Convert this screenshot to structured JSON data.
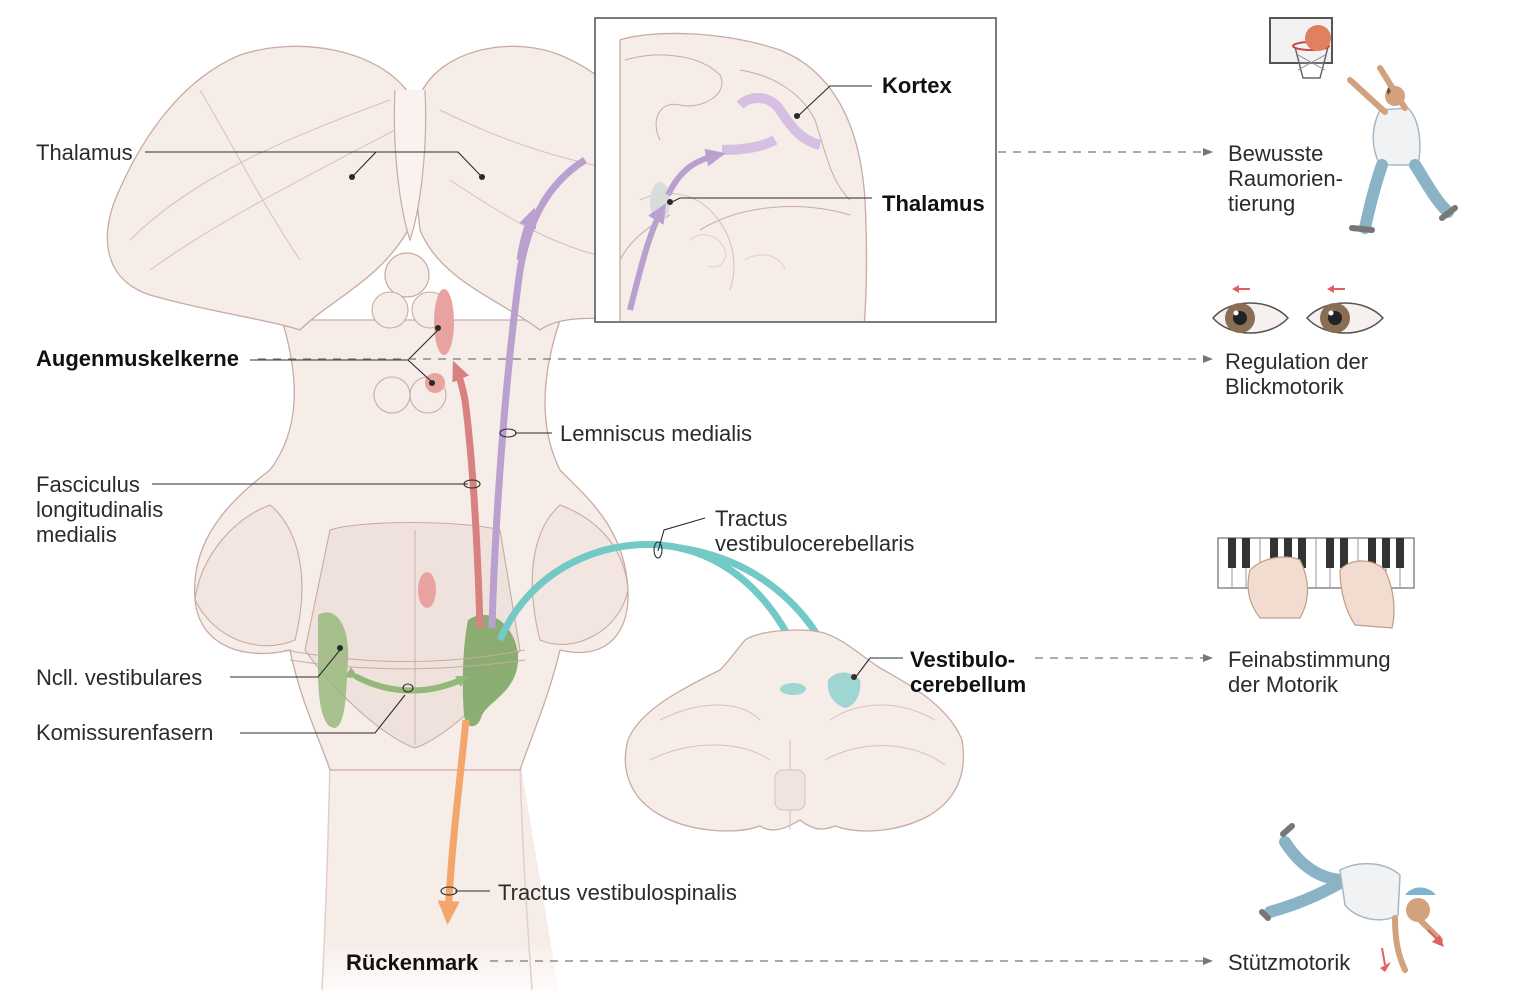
{
  "labels": {
    "thalamus_left": "Thalamus",
    "augenmuskelkerne": "Augenmuskelkerne",
    "fasciculus": [
      "Fasciculus",
      "longitudinalis",
      "medialis"
    ],
    "ncll_vestibulares": "Ncll. vestibulares",
    "komissurenfasern": "Komissurenfasern",
    "lemniscus_medialis": "Lemniscus medialis",
    "tractus_vestibulocerebellaris": [
      "Tractus",
      "vestibulocerebellaris"
    ],
    "tractus_vestibulospinalis": "Tractus vestibulospinalis",
    "rueckenmark": "Rückenmark",
    "kortex": "Kortex",
    "thalamus_inset": "Thalamus",
    "vestibulocerebellum": [
      "Vestibulo-",
      "cerebellum"
    ]
  },
  "outcomes": {
    "raumorientierung": [
      "Bewusste",
      "Raumorien-",
      "tierung"
    ],
    "blickmotorik": [
      "Regulation der",
      "Blickmotorik"
    ],
    "feinabstimmung": [
      "Feinabstimmung",
      "der Motorik"
    ],
    "stuetzmotorik": "Stützmotorik"
  },
  "icons": {
    "basketball": "basketball-player-icon",
    "eyes": "eyes-gaze-icon",
    "piano": "piano-hands-icon",
    "falling": "falling-person-icon"
  },
  "colors": {
    "lemniscus": "#b9a0cf",
    "fasciculus": "#d98080",
    "vestibulocerebellar": "#72c9c6",
    "vestibulospinal": "#f4a56b",
    "nuclei": "#93b878",
    "tissue": "#f6ece8",
    "outline": "#c9aba3"
  }
}
